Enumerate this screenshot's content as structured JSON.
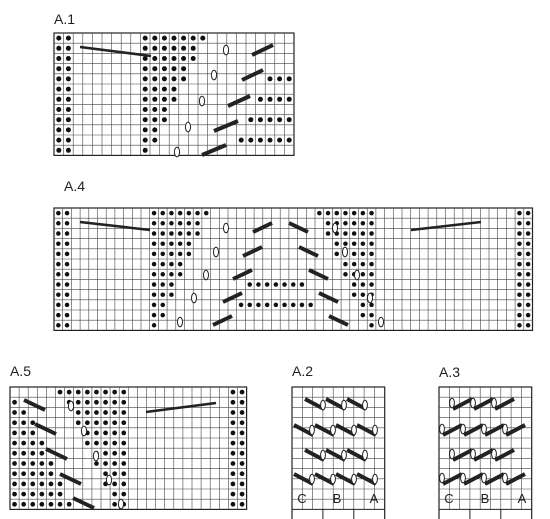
{
  "charts": [
    {
      "id": "a1",
      "label": "A.1",
      "columns": 25,
      "rows": 12,
      "purl_rows": [
        "1,2,10,11,12,13,14,15,16",
        "1,2,10,11,12,13,14,15",
        "1,2,10,11,12,13,14,15",
        "1,2,10,11,12,13,14",
        "1,2,10,11,12,13,14,23,24,25",
        "1,2,10,11,12,13",
        "1,2,10,11,12,13,22,23,24,25",
        "1,2,10,11,12",
        "1,2,10,11,12,21,22,23,24,25",
        "1,2,10,11",
        "1,2,10,11,20,21,22,23,24,25",
        "1,2,10"
      ],
      "column_labels": []
    },
    {
      "id": "a4",
      "label": "A.4",
      "columns": 55,
      "rows": 12,
      "purl_rows": [
        "1,2,12,13,14,15,16,17,18,31,32,33,34,35,36,37,54,55",
        "1,2,12,13,14,15,16,17,32,33,34,35,36,37,54,55",
        "1,2,12,13,14,15,16,17,32,33,34,35,36,37,54,55",
        "1,2,12,13,14,15,16,33,34,35,36,37,54,55",
        "1,2,12,13,14,15,16,33,34,35,36,37,54,55",
        "1,2,12,13,14,15,34,35,36,37,54,55",
        "1,2,12,13,14,15,34,35,36,37,54,55",
        "1,2,12,13,14,23,24,25,26,27,28,29,35,36,37,54,55",
        "1,2,12,13,14,35,36,37,54,55",
        "1,2,12,13,22,23,24,25,26,27,28,29,30,36,37,54,55",
        "1,2,12,13,36,37,54,55",
        "1,2,12,37,54,55"
      ],
      "column_labels": []
    },
    {
      "id": "a5",
      "label": "A.5",
      "columns": 26,
      "rows": 12,
      "purl_rows": [
        "6,7,8,9,10,11,12,13,25,26",
        "1,7,8,9,10,11,12,13,25,26",
        "1,2,8,9,10,11,12,13,25,26",
        "1,2,3,8,9,10,11,12,13,25,26",
        "1,2,3,9,10,11,12,13,25,26",
        "1,2,3,4,9,10,11,12,13,25,26",
        "1,2,3,4,10,11,12,13,25,26",
        "1,2,3,4,5,10,11,12,13,25,26",
        "1,2,3,4,5,11,12,13,25,26",
        "1,2,3,4,5,6,11,12,13,25,26",
        "1,2,3,4,5,6,12,13,25,26",
        "1,2,3,4,5,6,7,12,13,25,26"
      ],
      "column_labels": []
    },
    {
      "id": "a2",
      "label": "A.2",
      "columns": 9,
      "rows": 12,
      "purl_rows": [
        "",
        "",
        "",
        "",
        "",
        "",
        "",
        "",
        "",
        "",
        "",
        ""
      ],
      "column_labels": [
        "C",
        "B",
        "A"
      ]
    },
    {
      "id": "a3",
      "label": "A.3",
      "columns": 9,
      "rows": 12,
      "purl_rows": [
        "",
        "",
        "",
        "",
        "",
        "",
        "",
        "",
        "",
        "",
        "",
        ""
      ],
      "column_labels": [
        "C",
        "B",
        "A"
      ]
    }
  ]
}
